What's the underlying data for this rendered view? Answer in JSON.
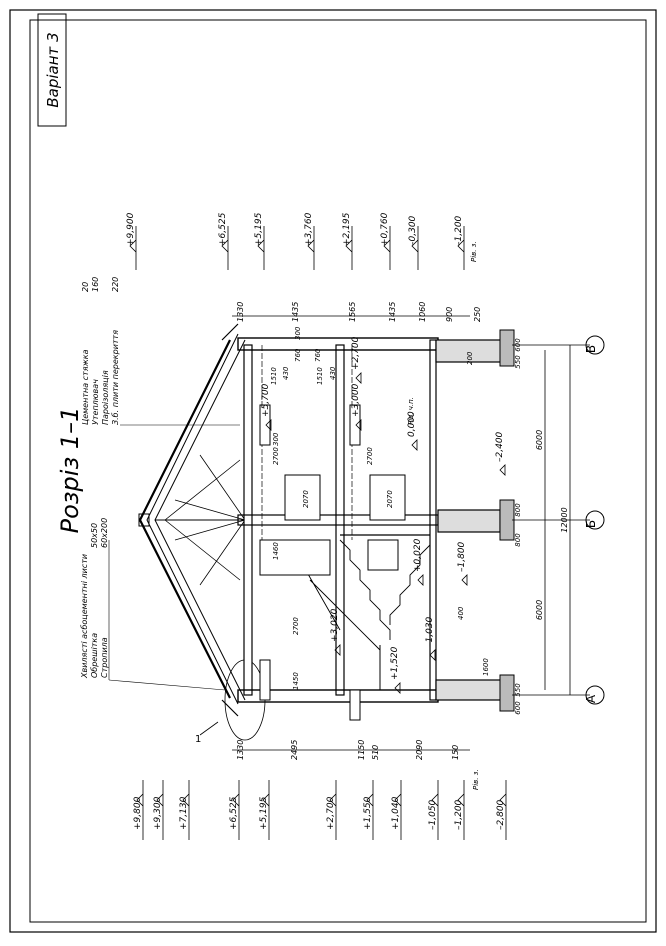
{
  "sheet": {
    "variant_label": "Варіант 3",
    "section_title": "Розріз 1–1"
  },
  "layers": {
    "roof": [
      {
        "name": "Хвилясті асбоцементні листи",
        "value": ""
      },
      {
        "name": "Обрешітка",
        "value": "50х50"
      },
      {
        "name": "Стропила",
        "value": "60х200"
      }
    ],
    "floor": [
      {
        "name": "Цементна стяжка",
        "value": "20"
      },
      {
        "name": "Утеплювач",
        "value": "160"
      },
      {
        "name": "Пароізоляція",
        "value": ""
      },
      {
        "name": "З.б. плити перекриття",
        "value": "220"
      }
    ]
  },
  "axes": {
    "labels": [
      "А",
      "Б",
      "В"
    ],
    "spans": [
      "6000",
      "6000"
    ],
    "total": "12000",
    "wall_dims": [
      "600",
      "550",
      "800",
      "800",
      "550",
      "600"
    ]
  },
  "levels_left": [
    "+9,800",
    "+9,300",
    "+7,130",
    "+6,525",
    "+5,195",
    "+2,700",
    "+1,550",
    "+1,040",
    "–1,050",
    "–1,200",
    "–2,800"
  ],
  "levels_right": [
    "+9,900",
    "+6,525",
    "+5,195",
    "+3,760",
    "+2,195",
    "+0,760",
    "–0,300",
    "–1,200"
  ],
  "ground_caption": "Рів. з.",
  "interior_levels": [
    "+5,700",
    "+3,000",
    "+2,700",
    "0,000",
    "–2,400",
    "+3,020",
    "+1,520",
    "+0,020",
    "–1,030",
    "–1,800"
  ],
  "floor_caption": "Рів. ч.п.",
  "dims_left": [
    "1330",
    "2495",
    "1150",
    "510",
    "2090",
    "150"
  ],
  "dims_right": [
    "1330",
    "1435",
    "1565",
    "1435",
    "1060",
    "900",
    "250"
  ],
  "dims_interior": [
    "1510",
    "430",
    "760",
    "300",
    "1510",
    "430",
    "760",
    "2700",
    "300",
    "2700",
    "2070",
    "2070",
    "1460",
    "2700",
    "1450",
    "400",
    "1600",
    "200"
  ],
  "callout": "1"
}
